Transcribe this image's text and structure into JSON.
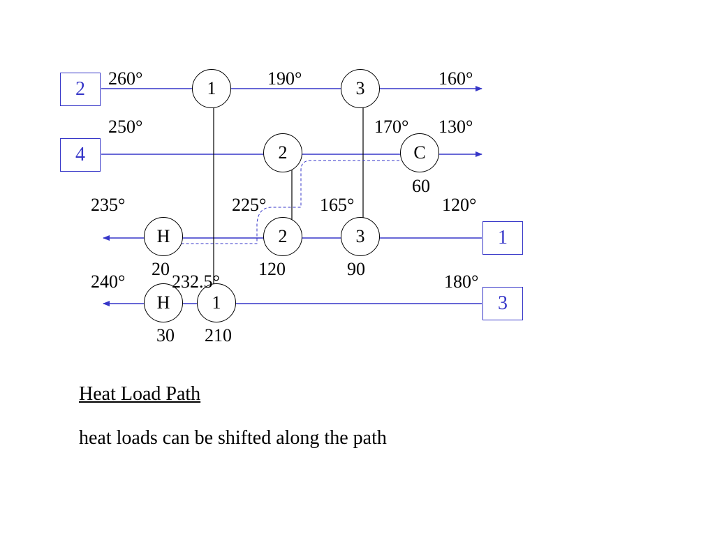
{
  "colors": {
    "stream": "#3636c8",
    "connector": "#000000",
    "path": "#3636c8"
  },
  "streams": {
    "s2": "2",
    "s4": "4",
    "s1": "1",
    "s3": "3"
  },
  "exchangers": {
    "ex1_top": "1",
    "ex3_top": "3",
    "ex2_mid": "2",
    "cooler": "C",
    "heater_row3": "H",
    "ex2_row3": "2",
    "ex3_row3": "3",
    "heater_row4": "H",
    "ex1_row4": "1"
  },
  "temperatures": {
    "t260": "260°",
    "t190": "190°",
    "t160": "160°",
    "t250": "250°",
    "t170": "170°",
    "t130": "130°",
    "t235": "235°",
    "t225": "225°",
    "t165": "165°",
    "t120": "120°",
    "t240": "240°",
    "t2325": "232.5°",
    "t180": "180°"
  },
  "loads": {
    "cooler": "60",
    "heater_row3": "20",
    "ex2": "120",
    "ex3": "90",
    "heater_row4": "30",
    "ex1": "210"
  },
  "text": {
    "heading": "Heat Load Path",
    "note": "heat loads can be shifted along the path"
  }
}
